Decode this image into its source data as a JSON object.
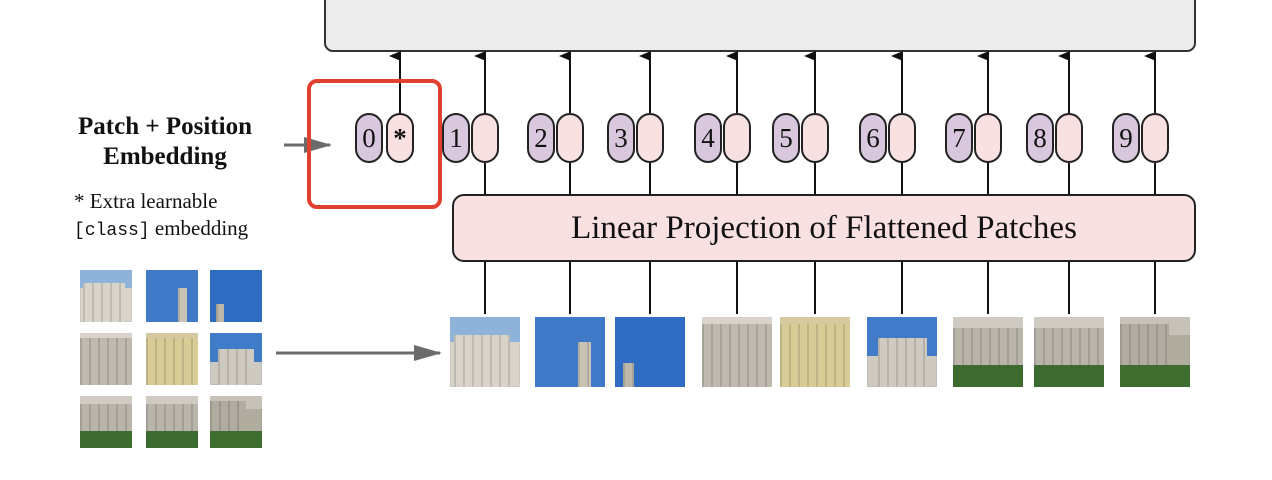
{
  "label": {
    "title_line1": "Patch + Position",
    "title_line2": "Embedding",
    "note_line1": "* Extra learnable",
    "note_code": "[class]",
    "note_line2_rest": " embedding"
  },
  "projection_label": "Linear Projection of Flattened Patches",
  "class_token": {
    "index": "0",
    "symbol": "*"
  },
  "position_indices": [
    "1",
    "2",
    "3",
    "4",
    "5",
    "6",
    "7",
    "8",
    "9"
  ],
  "colors": {
    "highlight": "#e0402f",
    "position_pill": "#d9c7de",
    "embedding_pill": "#f9e1e1",
    "encoder_fill": "#ececec",
    "arrow": "#111111",
    "flow_arrow": "#6b6b6b"
  },
  "patches": [
    {
      "scene": "dome"
    },
    {
      "scene": "sky-tower"
    },
    {
      "scene": "sky-spire"
    },
    {
      "scene": "facade"
    },
    {
      "scene": "facade-yellow"
    },
    {
      "scene": "tower-facade"
    },
    {
      "scene": "garden"
    },
    {
      "scene": "garden"
    },
    {
      "scene": "path"
    }
  ]
}
